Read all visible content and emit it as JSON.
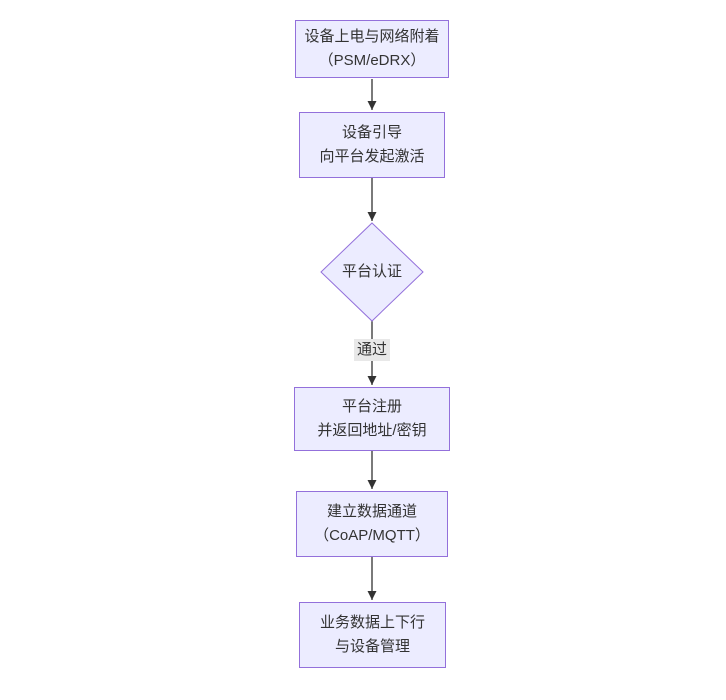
{
  "diagram": {
    "type": "flowchart",
    "direction": "top-down",
    "nodes": [
      {
        "id": "A",
        "shape": "rect",
        "lines": [
          "设备上电与网络附着",
          "（PSM/eDRX）"
        ]
      },
      {
        "id": "B",
        "shape": "rect",
        "lines": [
          "设备引导",
          "向平台发起激活"
        ]
      },
      {
        "id": "C",
        "shape": "diamond",
        "lines": [
          "平台认证"
        ]
      },
      {
        "id": "D",
        "shape": "rect",
        "lines": [
          "平台注册",
          "并返回地址/密钥"
        ]
      },
      {
        "id": "E",
        "shape": "rect",
        "lines": [
          "建立数据通道",
          "（CoAP/MQTT）"
        ]
      },
      {
        "id": "F",
        "shape": "rect",
        "lines": [
          "业务数据上下行",
          "与设备管理"
        ]
      }
    ],
    "edges": [
      {
        "from": "A",
        "to": "B",
        "label": ""
      },
      {
        "from": "B",
        "to": "C",
        "label": ""
      },
      {
        "from": "C",
        "to": "D",
        "label": "通过"
      },
      {
        "from": "D",
        "to": "E",
        "label": ""
      },
      {
        "from": "E",
        "to": "F",
        "label": ""
      }
    ],
    "colors": {
      "node_fill": "#ECECFF",
      "node_border": "#9370DB",
      "text": "#333333",
      "line": "#333333",
      "edge_label_bg": "#e8e8e8",
      "background": "#ffffff"
    }
  }
}
